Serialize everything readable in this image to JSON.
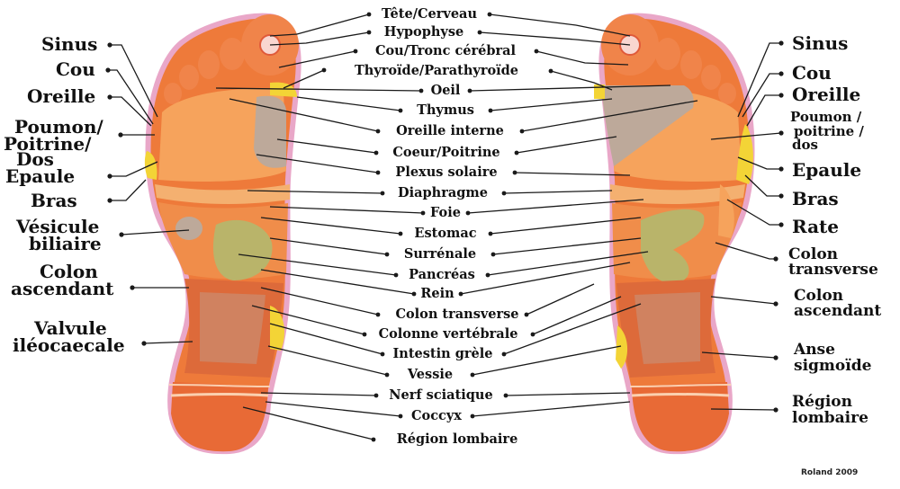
{
  "colors": {
    "sole": "#ee7a3a",
    "sole_light": "#f6a35c",
    "sole_dark": "#dd4f2a",
    "zone_olive": "#b9b46a",
    "zone_gray": "#bda99a",
    "zone_yellow": "#f3d436",
    "rim_pink": "#e9a7c8",
    "line": "#1a1a1a"
  },
  "center_labels": [
    {
      "id": "tete-cerveau",
      "text": "Tête/Cerveau"
    },
    {
      "id": "hypophyse",
      "text": "Hypophyse"
    },
    {
      "id": "cou-tronc",
      "text": "Cou/Tronc cérébral"
    },
    {
      "id": "thyroide",
      "text": "Thyroïde/Parathyroïde"
    },
    {
      "id": "oeil",
      "text": "Oeil"
    },
    {
      "id": "thymus",
      "text": "Thymus"
    },
    {
      "id": "oreille-interne",
      "text": "Oreille interne"
    },
    {
      "id": "coeur-poitrine",
      "text": "Coeur/Poitrine"
    },
    {
      "id": "plexus-solaire",
      "text": "Plexus solaire"
    },
    {
      "id": "diaphragme",
      "text": "Diaphragme"
    },
    {
      "id": "foie",
      "text": "Foie"
    },
    {
      "id": "estomac",
      "text": "Estomac"
    },
    {
      "id": "surrenale",
      "text": "Surrénale"
    },
    {
      "id": "pancreas",
      "text": "Pancréas"
    },
    {
      "id": "rein",
      "text": "Rein"
    },
    {
      "id": "colon-transverse",
      "text": "Colon transverse"
    },
    {
      "id": "colonne-vertebrale",
      "text": "Colonne vertébrale"
    },
    {
      "id": "intestin-grele",
      "text": "Intestin grèle"
    },
    {
      "id": "vessie",
      "text": "Vessie"
    },
    {
      "id": "nerf-sciatique",
      "text": "Nerf sciatique"
    },
    {
      "id": "coccyx",
      "text": "Coccyx"
    },
    {
      "id": "region-lombaire",
      "text": "Région lombaire"
    }
  ],
  "left_labels": [
    {
      "id": "sinus",
      "lines": [
        "Sinus"
      ]
    },
    {
      "id": "cou",
      "lines": [
        "Cou"
      ]
    },
    {
      "id": "oreille",
      "lines": [
        "Oreille"
      ]
    },
    {
      "id": "poumon",
      "lines": [
        "Poumon/",
        "Poitrine/",
        "Dos"
      ]
    },
    {
      "id": "epaule",
      "lines": [
        "Epaule"
      ]
    },
    {
      "id": "bras",
      "lines": [
        "Bras"
      ]
    },
    {
      "id": "vesicule",
      "lines": [
        "Vésicule",
        "biliaire"
      ]
    },
    {
      "id": "colon-ascendant",
      "lines": [
        "Colon",
        "ascendant"
      ]
    },
    {
      "id": "valvule",
      "lines": [
        "Valvule",
        "iléocaecale"
      ]
    }
  ],
  "right_labels": [
    {
      "id": "sinus",
      "lines": [
        "Sinus"
      ]
    },
    {
      "id": "cou",
      "lines": [
        "Cou"
      ]
    },
    {
      "id": "oreille",
      "lines": [
        "Oreille"
      ]
    },
    {
      "id": "poumon",
      "lines": [
        "Poumon /",
        "poitrine /",
        "dos"
      ]
    },
    {
      "id": "epaule",
      "lines": [
        "Epaule"
      ]
    },
    {
      "id": "bras",
      "lines": [
        "Bras"
      ]
    },
    {
      "id": "rate",
      "lines": [
        "Rate"
      ]
    },
    {
      "id": "colon-transverse",
      "lines": [
        "Colon",
        "transverse"
      ]
    },
    {
      "id": "colon-ascendant",
      "lines": [
        "Colon",
        "ascendant"
      ]
    },
    {
      "id": "anse-sigmoide",
      "lines": [
        "Anse",
        "sigmoïde"
      ]
    },
    {
      "id": "region-lombaire",
      "lines": [
        "Région",
        "lombaire"
      ]
    }
  ],
  "signature": "Roland 2009"
}
